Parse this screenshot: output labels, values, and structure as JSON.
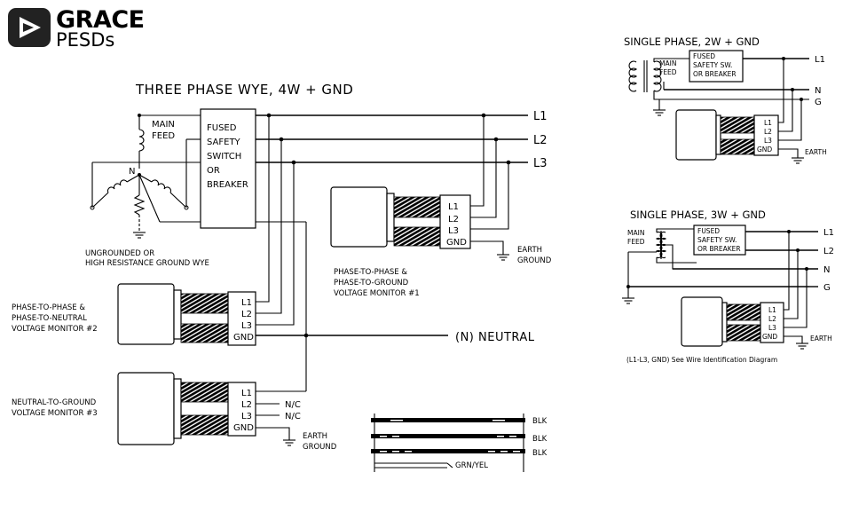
{
  "logo": {
    "brand": "GRACE",
    "product": "PESDs"
  },
  "three_phase": {
    "title": "THREE PHASE WYE, 4W + GND",
    "main_feed": [
      "MAIN",
      "FEED"
    ],
    "neutral_point": "N",
    "switch": [
      "FUSED",
      "SAFETY",
      "SWITCH",
      "OR",
      "BREAKER"
    ],
    "lines": [
      "L1",
      "L2",
      "L3"
    ],
    "ground_note": [
      "UNGROUNDED OR",
      "HIGH RESISTANCE GROUND WYE"
    ],
    "neutral_label": "(N) NEUTRAL"
  },
  "monitor1": {
    "caption": [
      "PHASE-TO-PHASE &",
      "PHASE-TO-GROUND",
      "VOLTAGE MONITOR #1"
    ],
    "terminals": [
      "L1",
      "L2",
      "L3",
      "GND"
    ],
    "earth": [
      "EARTH",
      "GROUND"
    ]
  },
  "monitor2": {
    "caption": [
      "PHASE-TO-PHASE &",
      "PHASE-TO-NEUTRAL",
      "VOLTAGE MONITOR #2"
    ],
    "terminals": [
      "L1",
      "L2",
      "L3",
      "GND"
    ]
  },
  "monitor3": {
    "caption": [
      "NEUTRAL-TO-GROUND",
      "VOLTAGE MONITOR #3"
    ],
    "terminals": [
      "L1",
      "L2",
      "L3",
      "GND"
    ],
    "nc": [
      "N/C",
      "N/C"
    ],
    "earth": [
      "EARTH",
      "GROUND"
    ]
  },
  "wire_id": {
    "labels": [
      "BLK",
      "BLK",
      "BLK"
    ],
    "ground": "GRN/YEL"
  },
  "single_2w": {
    "title": "SINGLE PHASE, 2W + GND",
    "main_feed": [
      "MAIN",
      "FEED"
    ],
    "switch": [
      "FUSED",
      "SAFETY SW.",
      "OR BREAKER"
    ],
    "lines": [
      "L1",
      "N",
      "G"
    ],
    "terminals": [
      "L1",
      "L2",
      "L3",
      "GND"
    ],
    "earth": "EARTH"
  },
  "single_3w": {
    "title": "SINGLE PHASE, 3W + GND",
    "main_feed": [
      "MAIN",
      "FEED"
    ],
    "switch": [
      "FUSED",
      "SAFETY SW.",
      "OR BREAKER"
    ],
    "lines": [
      "L1",
      "L2",
      "N",
      "G"
    ],
    "terminals": [
      "L1",
      "L2",
      "L3",
      "GND"
    ],
    "earth": "EARTH",
    "note": "(L1-L3, GND) See Wire Identification Diagram"
  }
}
